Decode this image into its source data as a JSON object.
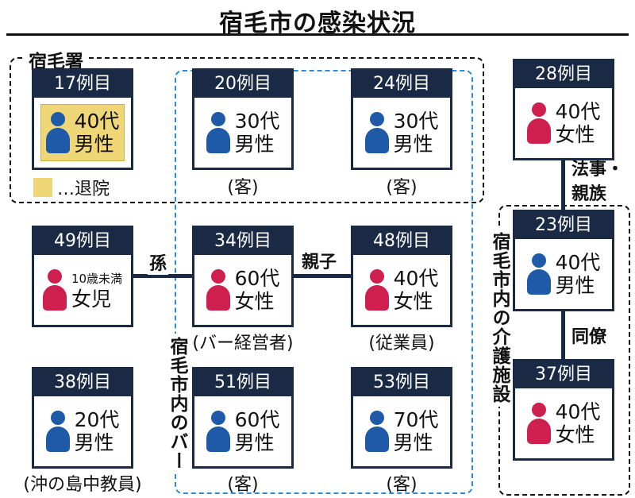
{
  "title": "宿毛市の感染状況",
  "groups": {
    "station": "宿毛署",
    "bar": "宿毛市内のバー",
    "care": "宿毛市内の介護施設"
  },
  "legend": {
    "text": "…退院",
    "color": "#efd777"
  },
  "colors": {
    "header": "#1a2a45",
    "male": "#1e5aa8",
    "female": "#cf1f4f",
    "bar_border": "#2e8bd8"
  },
  "cases": {
    "c17": {
      "id": "17例目",
      "age": "40代",
      "gender": "男性",
      "icon": "male-person-icon",
      "discharged": true
    },
    "c20": {
      "id": "20例目",
      "age": "30代",
      "gender": "男性",
      "icon": "male-person-icon",
      "note": "(客)"
    },
    "c24": {
      "id": "24例目",
      "age": "30代",
      "gender": "男性",
      "icon": "male-person-icon",
      "note": "(客)"
    },
    "c28": {
      "id": "28例目",
      "age": "40代",
      "gender": "女性",
      "icon": "female-person-icon"
    },
    "c49": {
      "id": "49例目",
      "age": "10歳未満",
      "gender": "女児",
      "icon": "female-person-icon"
    },
    "c34": {
      "id": "34例目",
      "age": "60代",
      "gender": "女性",
      "icon": "female-person-icon",
      "note": "(バー経営者)"
    },
    "c48": {
      "id": "48例目",
      "age": "40代",
      "gender": "女性",
      "icon": "female-person-icon",
      "note": "(従業員)"
    },
    "c23": {
      "id": "23例目",
      "age": "40代",
      "gender": "男性",
      "icon": "male-person-icon"
    },
    "c38": {
      "id": "38例目",
      "age": "20代",
      "gender": "男性",
      "icon": "male-person-icon",
      "note": "(沖の島中教員)"
    },
    "c51": {
      "id": "51例目",
      "age": "60代",
      "gender": "男性",
      "icon": "male-person-icon",
      "note": "(客)"
    },
    "c53": {
      "id": "53例目",
      "age": "70代",
      "gender": "男性",
      "icon": "male-person-icon",
      "note": "(客)"
    },
    "c37": {
      "id": "37例目",
      "age": "40代",
      "gender": "女性",
      "icon": "female-person-icon"
    }
  },
  "relations": {
    "grandchild": "孫",
    "parent_child": "親子",
    "relatives_line1": "法事・",
    "relatives_line2": "親族",
    "coworker": "同僚"
  }
}
